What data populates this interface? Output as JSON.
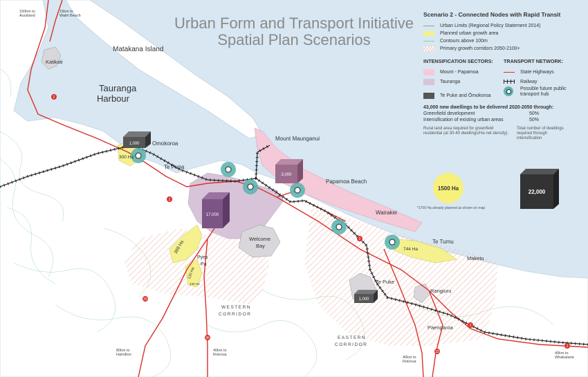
{
  "title": {
    "line1": "Urban Form and Transport Initiative",
    "line2": "Spatial Plan Scenarios"
  },
  "legend": {
    "title": "Scenario 2 - Connected Nodes with Rapid Transit",
    "items": [
      {
        "label": "Urban Limits (Regional Policy Statement 2014)",
        "icon": "urban-limit-line",
        "color": "#9a9a9a"
      },
      {
        "label": "Planned urban growth area",
        "icon": "growth-area-swatch",
        "color": "#f4f18e"
      },
      {
        "label": "Contours above 100m",
        "icon": "contour-swatch",
        "color": "#8fd19a"
      },
      {
        "label": "Primary growth corridors 2050-2100+",
        "icon": "corridor-hatch",
        "color": "#f0b8ae"
      }
    ],
    "intensification_header": "INTENSIFICATION SECTORS:",
    "sectors": [
      {
        "label": "Mount - Papamoa",
        "color": "#f6c9d8"
      },
      {
        "label": "Tauranga",
        "color": "#d8c4d8"
      },
      {
        "label": "Te Puke and Ōmokoroa",
        "color": "#555555"
      }
    ],
    "transport_header": "TRANSPORT NETWORK:",
    "transport": [
      {
        "label": "State Highways",
        "icon": "highway-line",
        "color": "#d9312b"
      },
      {
        "label": "Railway",
        "icon": "railway-line",
        "color": "#222222"
      },
      {
        "label": "Possible future public transport hub",
        "icon": "transport-hub-icon",
        "color": "#5fb5b3"
      }
    ]
  },
  "stats": {
    "headline": "43,000 new dwellings to be delivered 2020-2050 through:",
    "greenfield_label": "Greenfield development",
    "greenfield_pct": "50%",
    "intensification_label": "Intensification of existing urban areas",
    "intensification_pct": "50%",
    "rural_note": "Rural land area required for greenfield residential (at 30-40 dwellings/Ha net density).",
    "dwellings_note": "Total number of dwellings required through intensification",
    "circle_value": "1500 Ha",
    "circle_note": "*1700 Ha already planned as shown on map",
    "box_value": "22,000"
  },
  "places": {
    "matakana": "Matakana Island",
    "katikati": "Katikati",
    "harbour1": "Tauranga",
    "harbour2": "Harbour",
    "omokoroa": "Omokoroa",
    "tepuna": "Te Puna",
    "mount": "Mount Maunganui",
    "papamoa": "Papamoa Beach",
    "wairakei": "Wairakei",
    "tetumu": "Te Tumu",
    "maketu": "Maketu",
    "tepuke": "Te Puke",
    "rangiuru": "Rangiuru",
    "paengaroa": "Paengaroa",
    "welcome1": "Welcome",
    "welcome2": "Bay",
    "pyes1": "Pyes",
    "pyes2": "Pa",
    "west1": "WESTERN",
    "west2": "CORRIDOR",
    "east1": "EASTERN",
    "east2": "CORRIDOR"
  },
  "growth_areas": {
    "omokoroa": "300 Ha",
    "pyes_pa": "388 Ha",
    "tauriko": "130 Ha",
    "tauriko2": "130 Ha",
    "te_tumu": "744 Ha"
  },
  "boxes": {
    "omokoroa": "1,000",
    "mount": "3,000",
    "tauranga": "17,000",
    "te_puke": "1,000"
  },
  "destinations": {
    "auckland": [
      "150km to",
      "Auckland"
    ],
    "waihi": [
      "15km to",
      "Waihi Beach"
    ],
    "hamilton": [
      "80km to",
      "Hamilton"
    ],
    "rotorua_w": [
      "40km to",
      "Rotorua"
    ],
    "rotorua_e": [
      "40km to",
      "Rotorua"
    ],
    "whakatane": [
      "40km to",
      "Whakatane"
    ]
  },
  "highway_shields": [
    "2",
    "2",
    "2",
    "29",
    "36",
    "33",
    "2",
    "2"
  ],
  "colors": {
    "sea": "#d8e7f2",
    "land": "#ffffff",
    "highway": "#d9312b",
    "rail": "#222222",
    "hub": "#5fb5b3",
    "growth": "#f4f18e",
    "mount_sector": "#f6c9d8",
    "tauranga_sector": "#d8c4d8",
    "corridor": "#f0b8ae",
    "urban": "#d9d6dc",
    "contour": "#8fd19a"
  }
}
